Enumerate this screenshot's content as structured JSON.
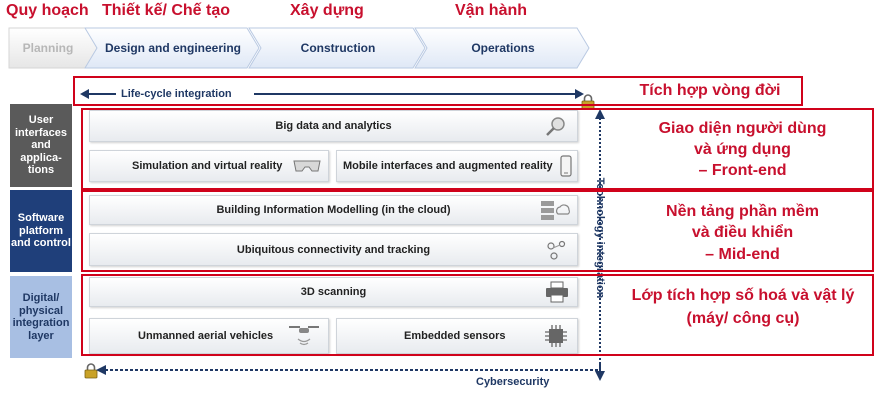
{
  "phases_vi": [
    "Quy hoạch",
    "Thiết kế/ Chế tạo",
    "Xây dựng",
    "Vận hành"
  ],
  "phases": [
    "Planning",
    "Design and engineering",
    "Construction",
    "Operations"
  ],
  "integrations": {
    "lifecycle": "Life-cycle integration",
    "technology": "Technology integration",
    "cybersecurity": "Cybersecurity"
  },
  "layers": [
    {
      "label": "User interfaces and applica-tions",
      "bars": [
        "Big data and analytics",
        "Simulation and virtual reality",
        "Mobile interfaces and augmented reality"
      ],
      "vi": [
        "Giao diện người dùng",
        "và ứng dụng",
        "– Front-end"
      ]
    },
    {
      "label": "Software platform and control",
      "bars": [
        "Building Information Modelling (in the cloud)",
        "Ubiquitous connectivity and tracking"
      ],
      "vi": [
        "Nền tảng phần mềm",
        "và điều khiển",
        "– Mid-end"
      ]
    },
    {
      "label": "Digital/ physical integration layer",
      "bars": [
        "3D scanning",
        "Unmanned aerial vehicles",
        "Embedded sensors"
      ],
      "vi": [
        "Lớp tích hợp số hoá và vật lý",
        "(máy/ công cụ)"
      ]
    }
  ],
  "lifecycle_vi": "Tích hợp vòng đời",
  "colors": {
    "layer1": "#5a5a5a",
    "layer2": "#1f3f7a",
    "layer3": "#a8bfe3",
    "accent_red": "#c8102e",
    "arrow_blue": "#1f3864"
  }
}
